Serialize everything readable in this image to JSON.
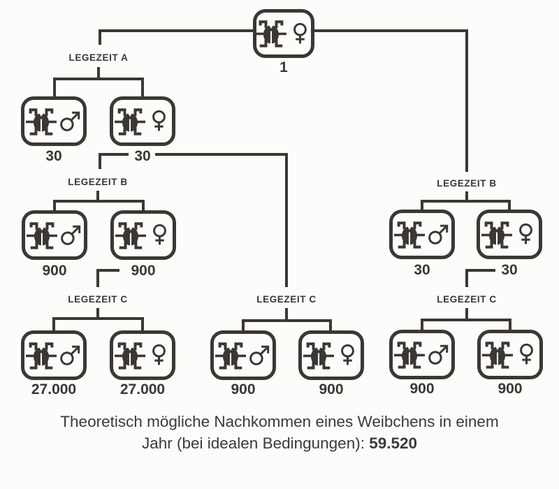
{
  "colors": {
    "ink": "#3b3733",
    "background": "#fcfcfb",
    "caption_text": "#3a3a38"
  },
  "tree": {
    "root": {
      "count": "1",
      "sex": "female"
    },
    "groups": [
      {
        "id": "a-left",
        "label": "LEGEZEIT A",
        "male_count": "30",
        "female_count": "30"
      },
      {
        "id": "b-left",
        "label": "LEGEZEIT B",
        "male_count": "900",
        "female_count": "900"
      },
      {
        "id": "c-left",
        "label": "LEGEZEIT C",
        "male_count": "27.000",
        "female_count": "27.000"
      },
      {
        "id": "c-middle",
        "label": "LEGEZEIT C",
        "male_count": "900",
        "female_count": "900"
      },
      {
        "id": "b-right",
        "label": "LEGEZEIT B",
        "male_count": "30",
        "female_count": "30"
      },
      {
        "id": "c-right",
        "label": "LEGEZEIT C",
        "male_count": "900",
        "female_count": "900"
      }
    ]
  },
  "caption": {
    "line1": "Theoretisch mögliche Nachkommen eines Weibchens in einem",
    "line2_prefix": "Jahr (bei idealen Bedingungen): ",
    "total": "59.520"
  }
}
